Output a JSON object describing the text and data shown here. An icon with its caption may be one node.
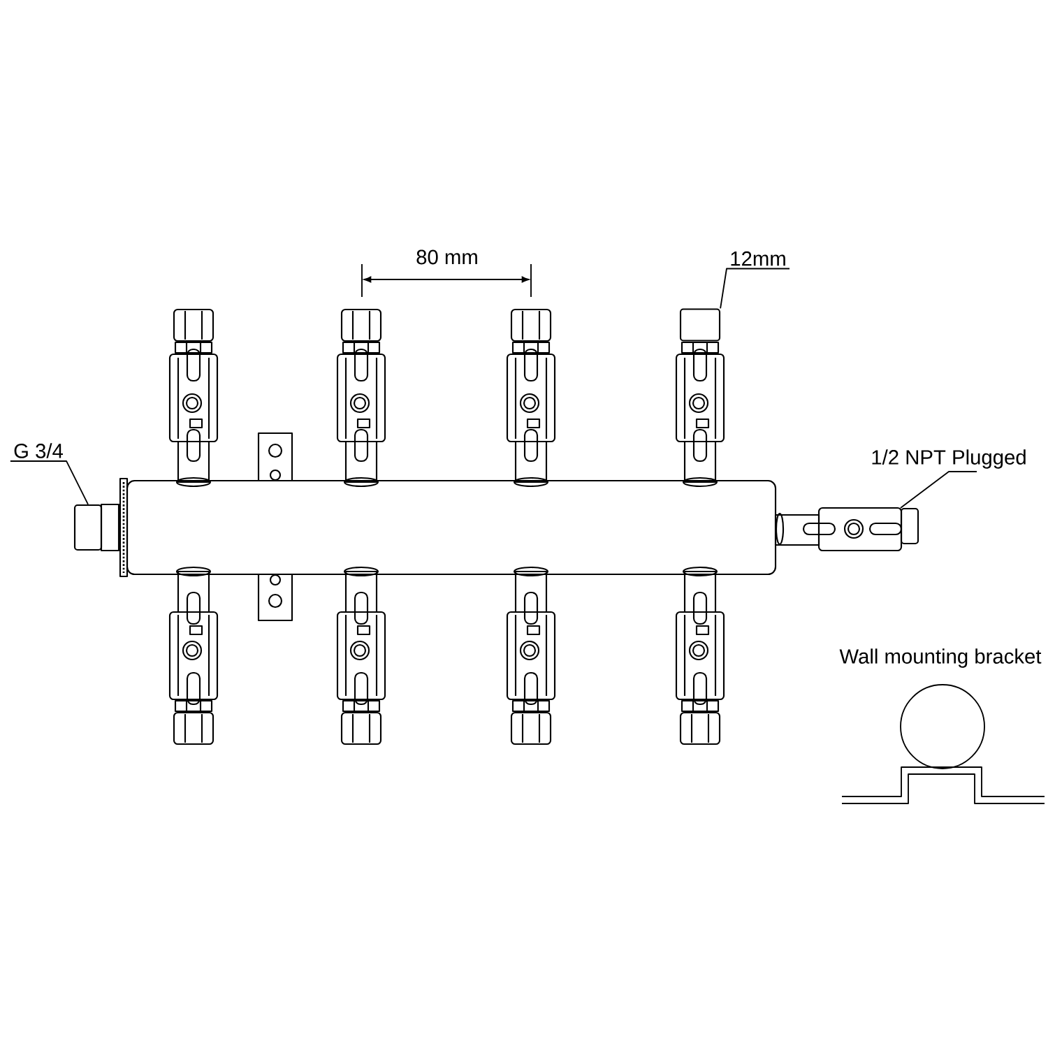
{
  "diagram": {
    "nodes": [
      {
        "text": [
          "G 3/4"
        ]
      },
      {
        "text": [],
        "shape": "box"
      },
      {
        "text": [
          "12mm"
        ]
      },
      {
        "text": [],
        "shape": "box"
      },
      {
        "text": [
          "1/2 NPT Plugged"
        ]
      },
      {
        "text": [],
        "shape": "box"
      }
    ],
    "edges": [
      {
        "from": 0,
        "to": 1,
        "arrow": "none"
      },
      {
        "from": 2,
        "to": 3,
        "arrow": "none"
      },
      {
        "from": 4,
        "to": 5,
        "arrow": "none"
      }
    ],
    "labels": [
      "80 mm",
      "Wall mounting bracket"
    ]
  }
}
